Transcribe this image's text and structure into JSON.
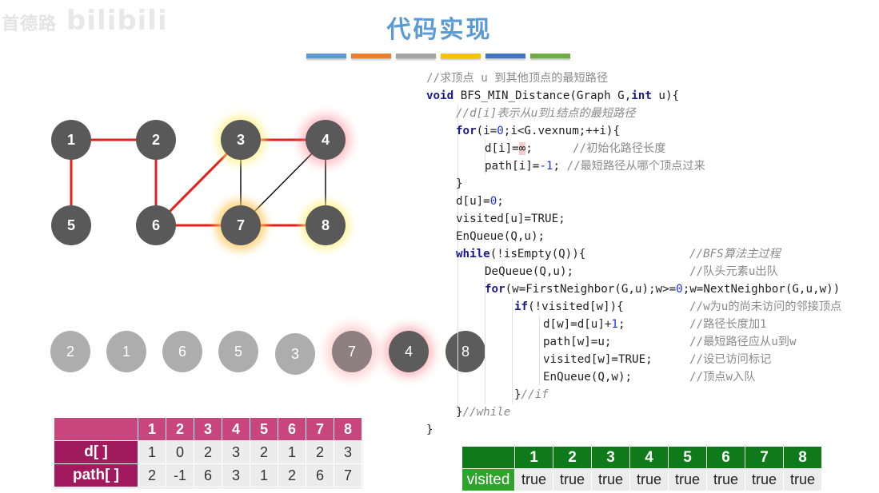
{
  "watermark": {
    "channel": "首德路",
    "brand": "bilibili"
  },
  "title": "代码实现",
  "color_bars": [
    "#5b9bd5",
    "#ed7d31",
    "#a5a5a5",
    "#ffc000",
    "#4472c4",
    "#70ad47"
  ],
  "graph": {
    "nodes": [
      {
        "id": "1",
        "glow": "none"
      },
      {
        "id": "2",
        "glow": "none"
      },
      {
        "id": "3",
        "glow": "yellow"
      },
      {
        "id": "4",
        "glow": "red"
      },
      {
        "id": "5",
        "glow": "none"
      },
      {
        "id": "6",
        "glow": "none"
      },
      {
        "id": "7",
        "glow": "orange"
      },
      {
        "id": "8",
        "glow": "yellow"
      }
    ],
    "edges": [
      {
        "from": "1",
        "to": "2",
        "highlighted": true
      },
      {
        "from": "1",
        "to": "5",
        "highlighted": true
      },
      {
        "from": "2",
        "to": "6",
        "highlighted": true
      },
      {
        "from": "3",
        "to": "6",
        "highlighted": true
      },
      {
        "from": "3",
        "to": "4",
        "highlighted": true
      },
      {
        "from": "6",
        "to": "7",
        "highlighted": true
      },
      {
        "from": "7",
        "to": "8",
        "highlighted": true
      },
      {
        "from": "3",
        "to": "7",
        "highlighted": false
      },
      {
        "from": "4",
        "to": "7",
        "highlighted": false
      },
      {
        "from": "4",
        "to": "8",
        "highlighted": false
      }
    ],
    "edge_colors": {
      "highlighted": "#e3201b",
      "normal": "#111111"
    }
  },
  "queue": [
    {
      "label": "2",
      "state": "visited"
    },
    {
      "label": "1",
      "state": "visited"
    },
    {
      "label": "6",
      "state": "visited"
    },
    {
      "label": "5",
      "state": "visited"
    },
    {
      "label": "3",
      "state": "visited"
    },
    {
      "label": "7",
      "state": "current"
    },
    {
      "label": "4",
      "state": "active"
    },
    {
      "label": "8",
      "state": "plain"
    }
  ],
  "dist_table": {
    "headers": [
      "1",
      "2",
      "3",
      "4",
      "5",
      "6",
      "7",
      "8"
    ],
    "rows": [
      {
        "label": "d[ ]",
        "values": [
          "1",
          "0",
          "2",
          "3",
          "2",
          "1",
          "2",
          "3"
        ]
      },
      {
        "label": "path[ ]",
        "values": [
          "2",
          "-1",
          "6",
          "3",
          "1",
          "2",
          "6",
          "7"
        ]
      }
    ]
  },
  "visited_table": {
    "headers": [
      "1",
      "2",
      "3",
      "4",
      "5",
      "6",
      "7",
      "8"
    ],
    "label": "visited",
    "values": [
      "true",
      "true",
      "true",
      "true",
      "true",
      "true",
      "true",
      "true"
    ]
  },
  "code": {
    "l1": "//求顶点 u 到其他顶点的最短路径",
    "l2_kw": "void",
    "l2_a": " BFS_MIN_Distance(Graph G,",
    "l2_kw2": "int",
    "l2_b": " u){",
    "l3": "//d[i]表示从u到i结点的最短路径",
    "l4_kw": "for",
    "l4_a": "(i=",
    "l4_n": "0",
    "l4_b": ";i<G.vexnum;++i){",
    "l5_a": "d[i]=",
    "l5_hl": "∞",
    "l5_b": ";",
    "l5_c": "//初始化路径长度",
    "l6_a": "path[i]=",
    "l6_n": "-1",
    "l6_b": ";",
    "l6_c": "//最短路径从哪个顶点过来",
    "l7": "}",
    "l8_a": "d[u]=",
    "l8_n": "0",
    "l8_b": ";",
    "l9": "visited[u]=TRUE;",
    "l10": "EnQueue(Q,u);",
    "l11_kw": "while",
    "l11_a": "(!isEmpty(Q)){",
    "l11_c": "//BFS算法主过程",
    "l12_a": "DeQueue(Q,u);",
    "l12_c": "//队头元素u出队",
    "l13_kw": "for",
    "l13_a": "(w=FirstNeighbor(G,u);w>=",
    "l13_n": "0",
    "l13_b": ";w=NextNeighbor(G,u,w))",
    "l14_kw": "if",
    "l14_a": "(!visited[w]){",
    "l14_c": "//w为u的尚未访问的邻接顶点",
    "l15_a": "d[w]=d[u]+",
    "l15_n": "1",
    "l15_b": ";",
    "l15_c": "//路径长度加1",
    "l16_a": "path[w]=u;",
    "l16_c": "//最短路径应从u到w",
    "l17_a": "visited[w]=TRUE;",
    "l17_c": "//设已访问标记",
    "l18_a": "EnQueue(Q,w);",
    "l18_c": "//顶点w入队",
    "l19_a": "}",
    "l19_c": "//if",
    "l20_a": "}",
    "l20_c": "//while",
    "l21": "}"
  }
}
